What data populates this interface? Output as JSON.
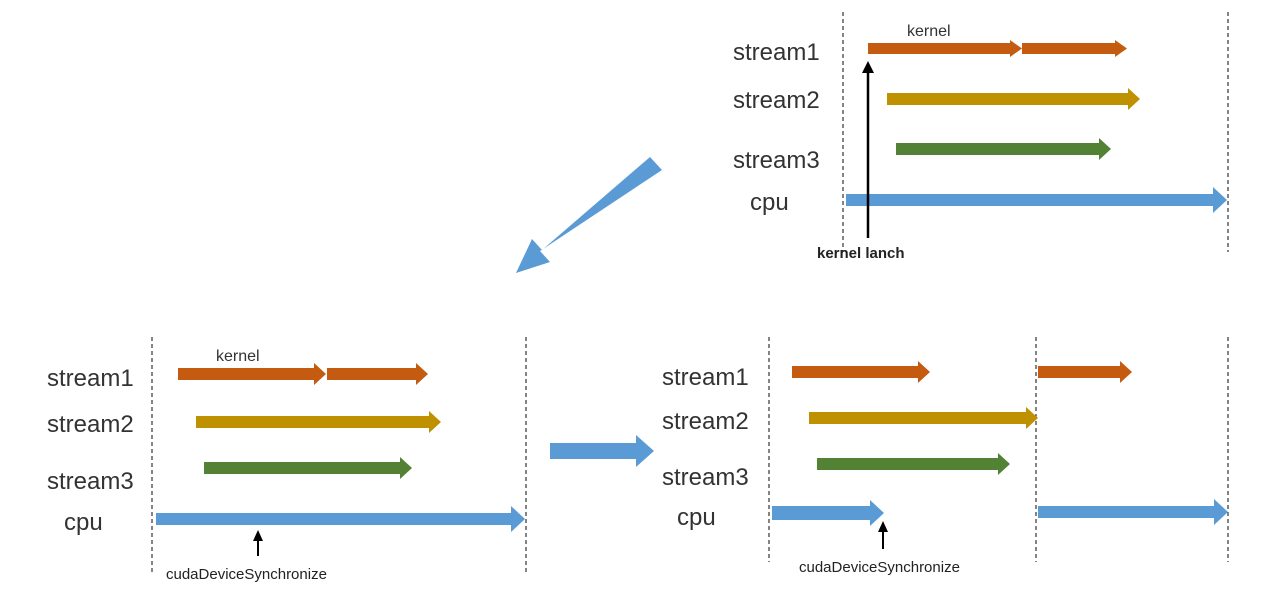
{
  "colors": {
    "stream1": "#c55a11",
    "stream2": "#bf9000",
    "stream3": "#548235",
    "cpu": "#5b9bd5",
    "flow_arrow": "#5b9bd5",
    "pointer": "#000000"
  },
  "panels": {
    "top": {
      "labels": {
        "stream1": "stream1",
        "stream2": "stream2",
        "stream3": "stream3",
        "cpu": "cpu"
      },
      "kernel_label": "kernel",
      "annotation": "kernel lanch"
    },
    "bottom_left": {
      "labels": {
        "stream1": "stream1",
        "stream2": "stream2",
        "stream3": "stream3",
        "cpu": "cpu"
      },
      "kernel_label": "kernel",
      "annotation": "cudaDeviceSynchronize"
    },
    "bottom_right": {
      "labels": {
        "stream1": "stream1",
        "stream2": "stream2",
        "stream3": "stream3",
        "cpu": "cpu"
      },
      "annotation": "cudaDeviceSynchronize"
    }
  }
}
